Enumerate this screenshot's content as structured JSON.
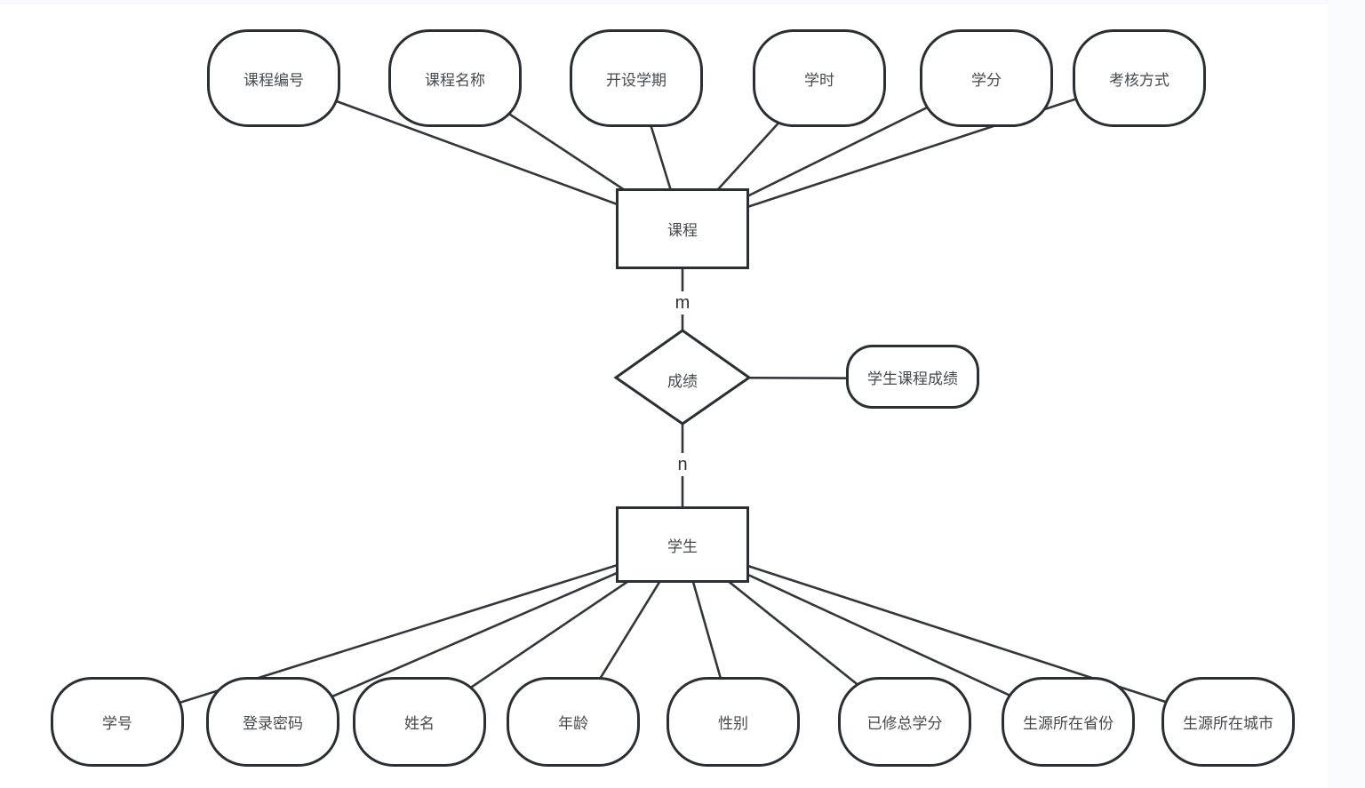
{
  "diagram": {
    "title_hint": "student-course ER diagram",
    "course_entity": {
      "label": "课程"
    },
    "student_entity": {
      "label": "学生"
    },
    "relationship": {
      "label": "成绩",
      "cardinality_course": "m",
      "cardinality_student": "n"
    },
    "relationship_attribute": {
      "label": "学生课程成绩"
    },
    "course_attributes": [
      {
        "label": "课程编号"
      },
      {
        "label": "课程名称"
      },
      {
        "label": "开设学期"
      },
      {
        "label": "学时"
      },
      {
        "label": "学分"
      },
      {
        "label": "考核方式"
      }
    ],
    "student_attributes": [
      {
        "label": "学号"
      },
      {
        "label": "登录密码"
      },
      {
        "label": "姓名"
      },
      {
        "label": "年龄"
      },
      {
        "label": "性别"
      },
      {
        "label": "已修总学分"
      },
      {
        "label": "生源所在省份"
      },
      {
        "label": "生源所在城市"
      }
    ],
    "colors": {
      "shape_stroke": "#2b2e33",
      "connector_stroke": "#33363b",
      "label_text": "#47494d",
      "canvas_background": "#ffffff",
      "edge_strip": "#f9fafe"
    }
  }
}
